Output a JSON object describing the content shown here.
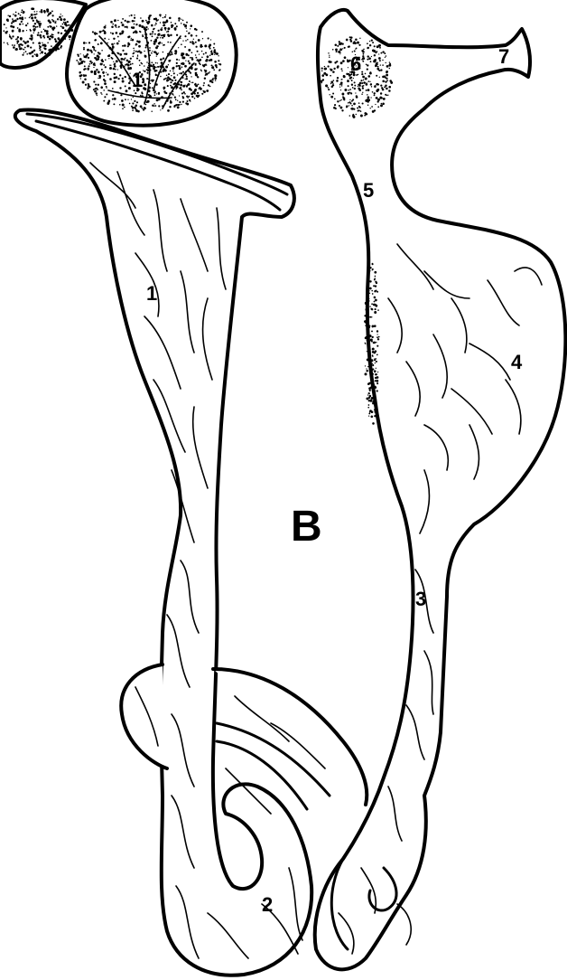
{
  "figure": {
    "panel_label": "B",
    "labels": {
      "ovary": "1",
      "tube": "1",
      "coil": "2",
      "duct": "3",
      "uterus": "4",
      "neck": "5",
      "cervix": "6",
      "vagina": "7"
    }
  }
}
